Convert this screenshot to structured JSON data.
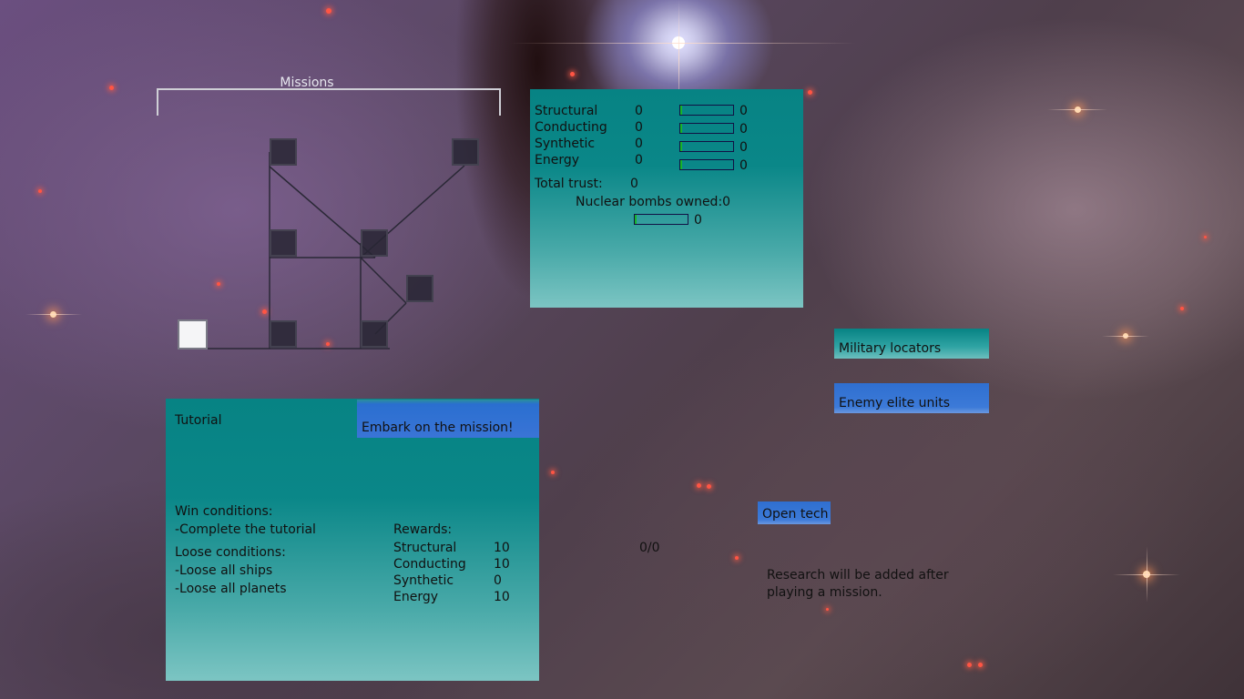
{
  "missions": {
    "title": "Missions"
  },
  "resources": {
    "rows": [
      {
        "label": "Structural",
        "value": "0",
        "progress": "0",
        "fill": 0.03
      },
      {
        "label": "Conducting",
        "value": "0",
        "progress": "0",
        "fill": 0.03
      },
      {
        "label": "Synthetic",
        "value": "0",
        "progress": "0",
        "fill": 0.03
      },
      {
        "label": "Energy",
        "value": "0",
        "progress": "0",
        "fill": 0.03
      }
    ],
    "total_trust_label": "Total trust:",
    "total_trust_value": "0",
    "nuclear_label": "Nuclear bombs owned:0",
    "nuclear_progress": "0",
    "nuclear_fill": 0.03
  },
  "mission_panel": {
    "title": "Tutorial",
    "embark_label": "Embark on the mission!",
    "win_title": "Win conditions:",
    "win_items": [
      "-Complete the tutorial"
    ],
    "loose_title": "Loose conditions:",
    "loose_items": [
      "-Loose all ships",
      "-Loose all planets"
    ],
    "rewards_title": "Rewards:",
    "rewards": [
      {
        "label": "Structural",
        "value": "10"
      },
      {
        "label": "Conducting",
        "value": "10"
      },
      {
        "label": "Synthetic",
        "value": "0"
      },
      {
        "label": "Energy",
        "value": "10"
      }
    ]
  },
  "tech": {
    "military_label": "Military locators",
    "enemy_label": "Enemy elite units",
    "open_tech_label": "Open tech",
    "counter": "0/0",
    "research_note_line1": "Research will be added after",
    "research_note_line2": "playing a mission."
  },
  "colors": {
    "panel_teal": "#078384",
    "button_blue": "#3a74d6",
    "progress_green": "#17b52a"
  }
}
